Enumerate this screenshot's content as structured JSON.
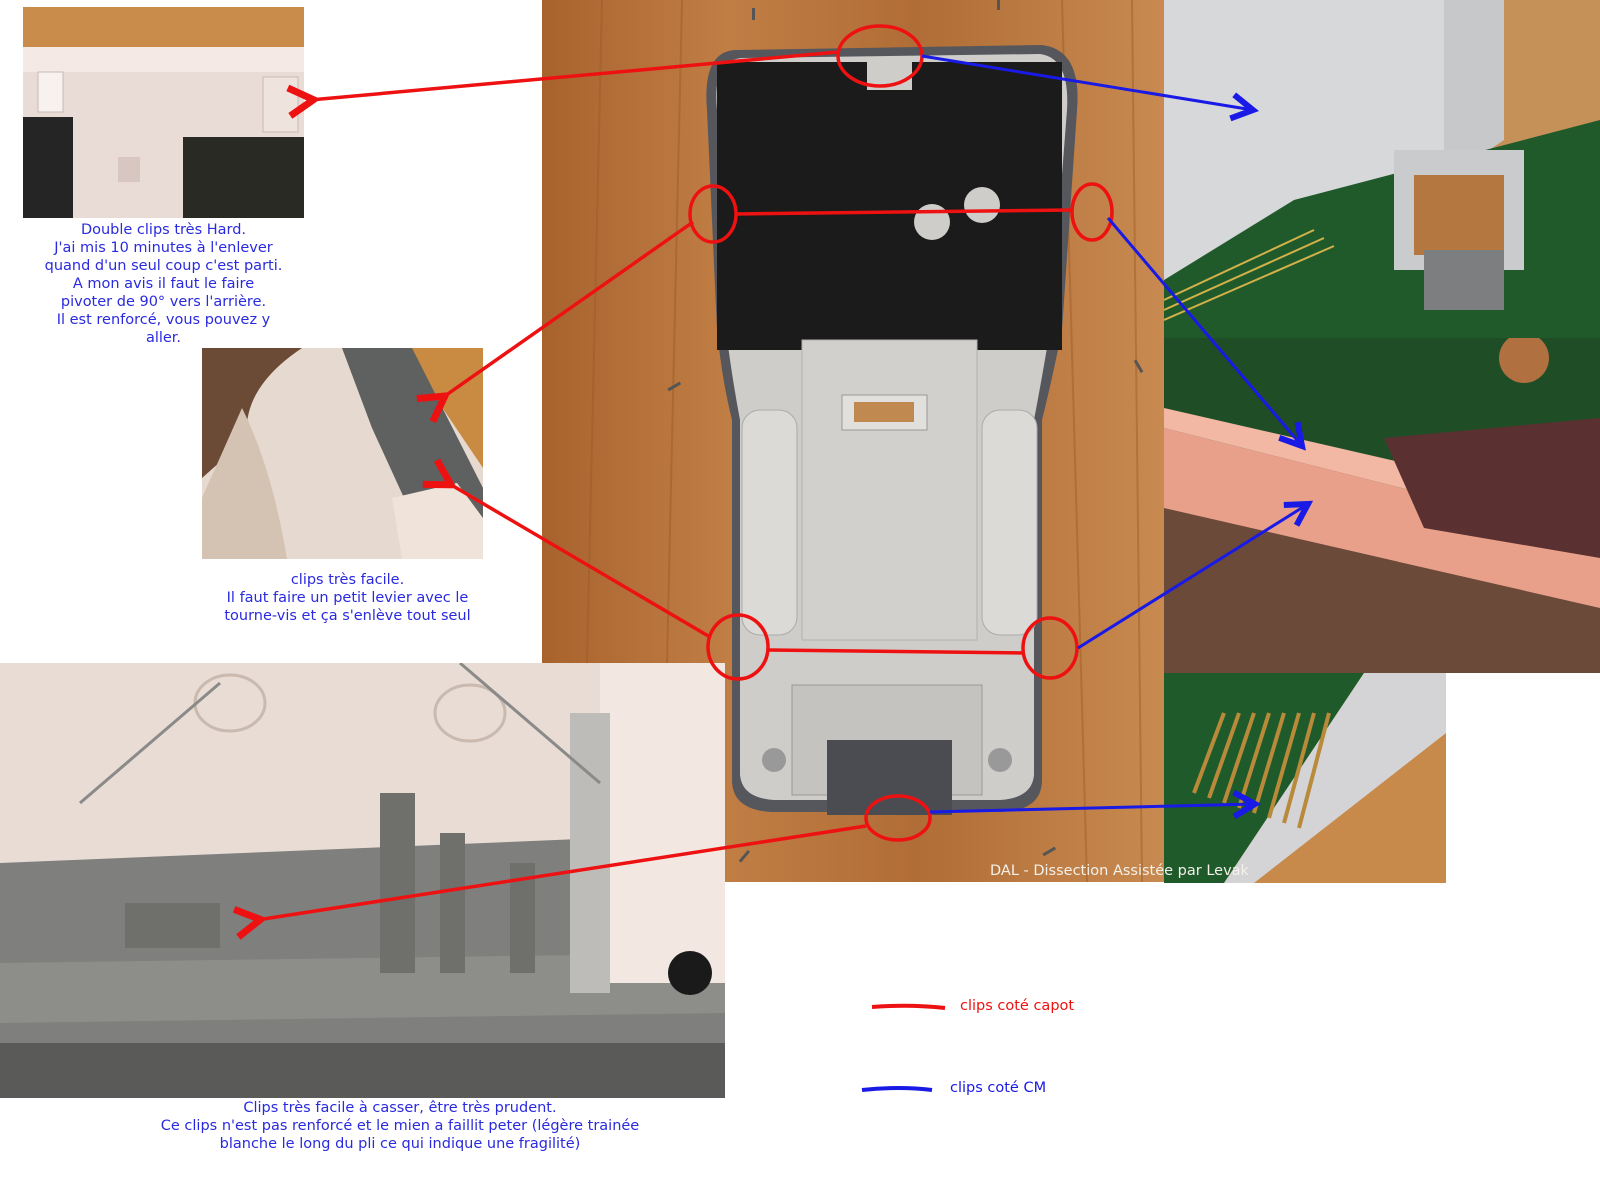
{
  "colors": {
    "annotation_red": "#ee1111",
    "annotation_blue": "#1a1ae6",
    "caption_text": "#2a2adf",
    "wood": "#b8743a",
    "case_light_gray": "#c9c7c4",
    "foam_black": "#1a1a1a",
    "pcb_green": "#1f5a2a"
  },
  "captions": {
    "top_left": [
      "Double clips très Hard.",
      "J'ai mis 10 minutes à l'enlever",
      "quand d'un seul coup c'est parti.",
      "A mon avis il faut le faire",
      "pivoter de 90° vers l'arrière.",
      "Il est renforcé, vous pouvez y",
      "aller."
    ],
    "middle_left": [
      "clips très facile.",
      "Il faut faire un petit levier avec le",
      "tourne-vis et ça s'enlève tout seul"
    ],
    "bottom": [
      "Clips très facile à casser, être très prudent.",
      "Ce clips n'est pas renforcé et le mien a faillit peter (légère trainée",
      "blanche le long du pli ce qui indique une fragilité)"
    ]
  },
  "watermark": "DAL - Dissection Assistée par Levak",
  "legend": {
    "red_label": "clips coté capot",
    "blue_label": "clips coté CM"
  },
  "photos": {
    "center": "center-photo-case",
    "top_left": "closeup-top-clip",
    "middle_left": "closeup-side-clip",
    "bottom_left": "closeup-bottom-clip",
    "right_top": "closeup-usb-connector",
    "right_middle": "closeup-pcb-side",
    "right_bottom": "closeup-pcb-contacts"
  }
}
